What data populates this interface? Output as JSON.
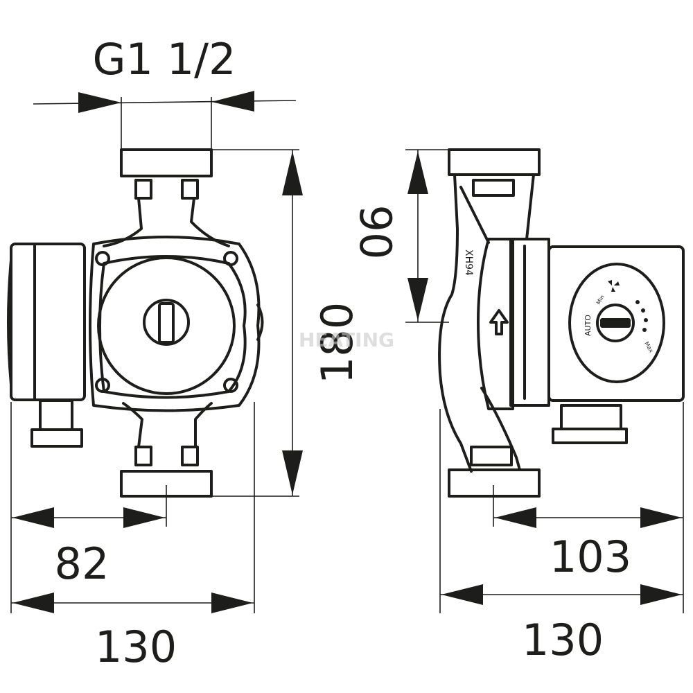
{
  "dimensions": {
    "connection": "G1 1/2",
    "height_total": "180",
    "height_motor": "90",
    "depth_front": "82",
    "width_front": "130",
    "depth_side": "103",
    "width_side": "130"
  },
  "labels": {
    "model": "XH94",
    "auto": "AUTO",
    "min": "Min",
    "max": "Max"
  },
  "watermark": "HEATING",
  "colors": {
    "line": "#1d1d1b",
    "watermark": "#c9c9c9"
  },
  "icons": [
    "arrow-up-icon",
    "fan-icon"
  ]
}
